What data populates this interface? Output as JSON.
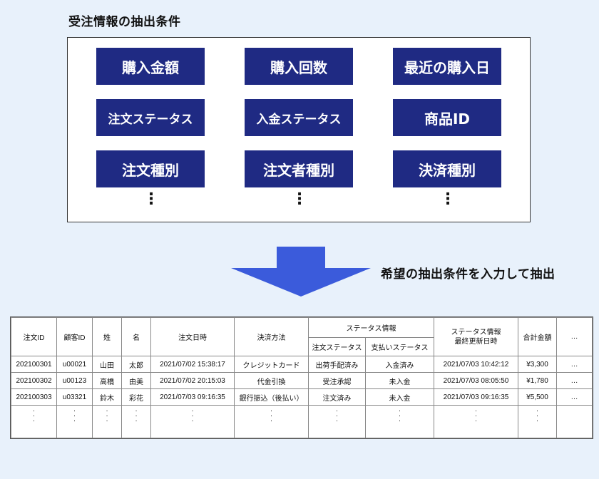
{
  "heading": "受注情報の抽出条件",
  "conditions": [
    "購入金額",
    "購入回数",
    "最近の購入日",
    "注文ステータス",
    "入金ステータス",
    "商品ID",
    "注文種別",
    "注文者種別",
    "決済種別"
  ],
  "instruction": "希望の抽出条件を入力して抽出",
  "table": {
    "headers": {
      "order_id": "注文ID",
      "customer_id": "顧客ID",
      "last_name": "姓",
      "first_name": "名",
      "order_datetime": "注文日時",
      "payment_method": "決済方法",
      "status_group": "ステータス情報",
      "order_status": "注文ステータス",
      "payment_status": "支払いステータス",
      "status_updated": "ステータス情報\n最終更新日時",
      "total": "合計金額",
      "more": "…"
    },
    "rows": [
      {
        "order_id": "202100301",
        "customer_id": "u00021",
        "last_name": "山田",
        "first_name": "太郎",
        "order_datetime": "2021/07/02 15:38:17",
        "payment_method": "クレジットカード",
        "order_status": "出荷手配済み",
        "payment_status": "入金済み",
        "status_updated": "2021/07/03 10:42:12",
        "total": "¥3,300",
        "more": "…"
      },
      {
        "order_id": "202100302",
        "customer_id": "u00123",
        "last_name": "高橋",
        "first_name": "由美",
        "order_datetime": "2021/07/02 20:15:03",
        "payment_method": "代金引換",
        "order_status": "受注承認",
        "payment_status": "未入金",
        "status_updated": "2021/07/03 08:05:50",
        "total": "¥1,780",
        "more": "…"
      },
      {
        "order_id": "202100303",
        "customer_id": "u03321",
        "last_name": "鈴木",
        "first_name": "彩花",
        "order_datetime": "2021/07/03 09:16:35",
        "payment_method": "銀行振込（後払い）",
        "order_status": "注文済み",
        "payment_status": "未入金",
        "status_updated": "2021/07/03 09:16:35",
        "total": "¥5,500",
        "more": "…"
      }
    ]
  }
}
